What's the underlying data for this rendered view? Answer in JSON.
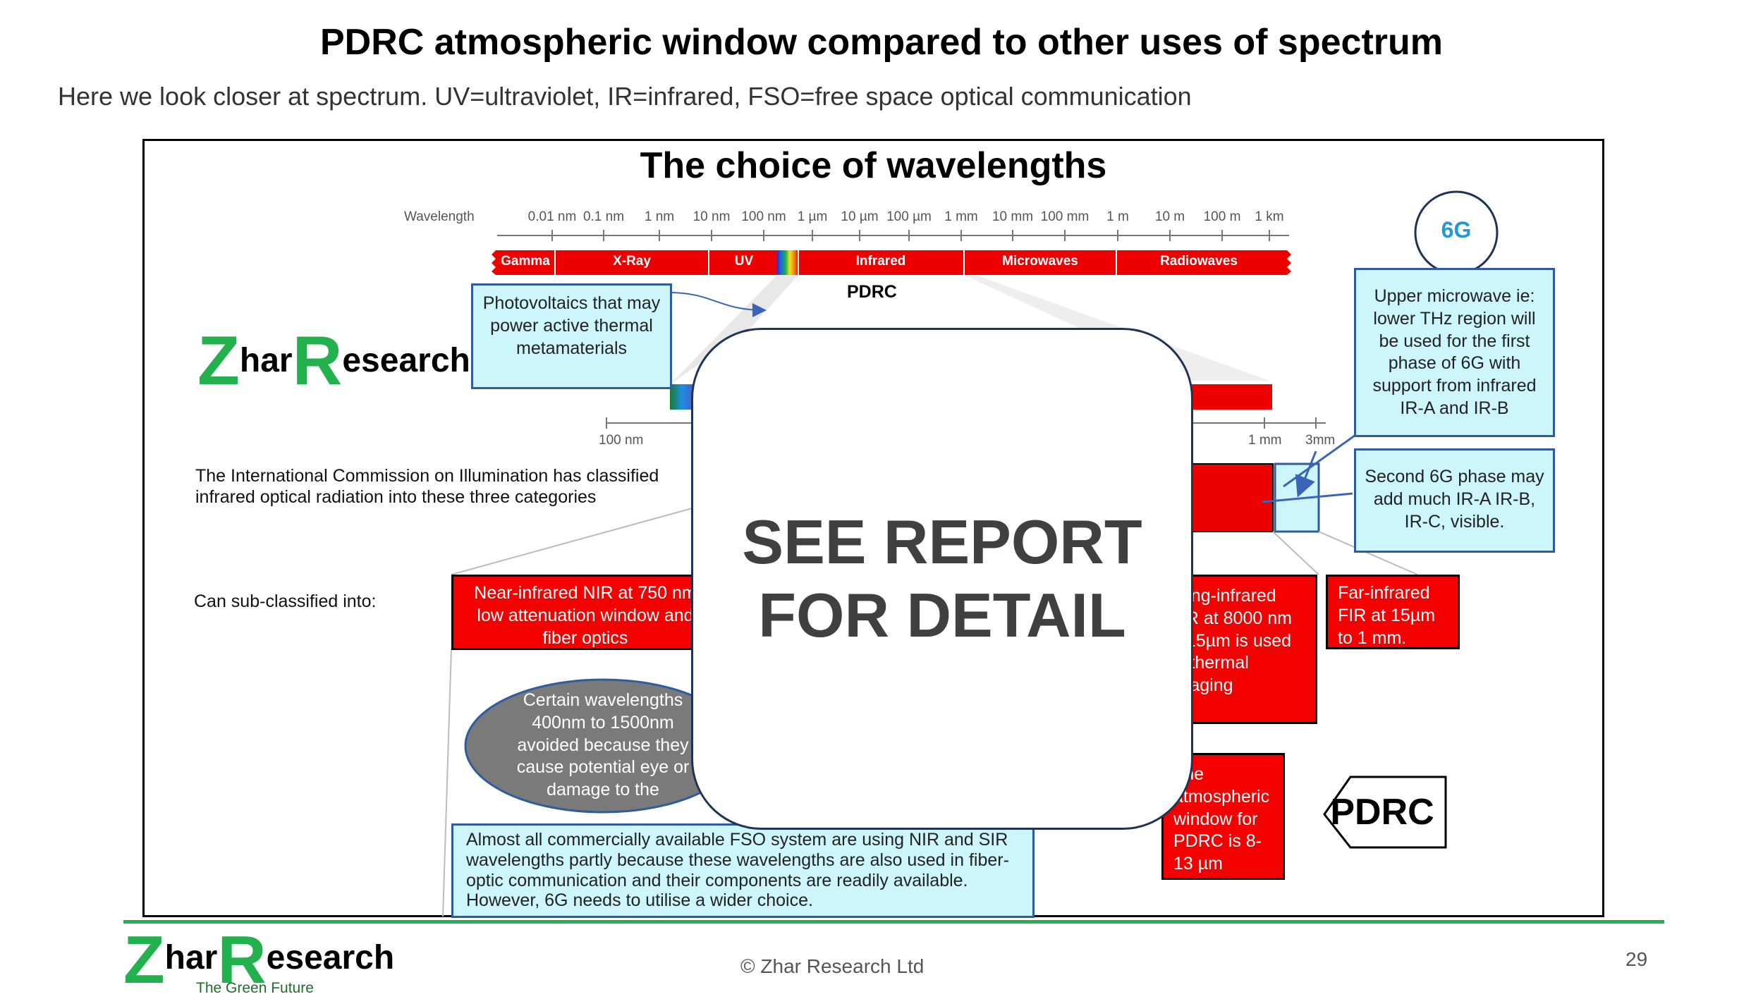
{
  "header": {
    "title": "PDRC atmospheric window compared to other uses of spectrum",
    "subtitle": "Here we look closer at spectrum. UV=ultraviolet, IR=infrared, FSO=free space optical communication"
  },
  "figure": {
    "title": "The choice of wavelengths",
    "wavelength_label": "Wavelength",
    "scale_ticks": [
      "0.01 nm",
      "0.1 nm",
      "1 nm",
      "10 nm",
      "100 nm",
      "1 µm",
      "10 µm",
      "100 µm",
      "1 mm",
      "10 mm",
      "100 mm",
      "1 m",
      "10 m",
      "100 m",
      "1 km"
    ],
    "bands": [
      "Gamma",
      "X-Ray",
      "UV",
      "Infrared",
      "Microwaves",
      "Radiowaves"
    ],
    "pdrc_label": "PDRC",
    "zoom_ticks": [
      "100 nm",
      "1 mm",
      "3mm"
    ],
    "pv_box": "Photovoltaics that may power active thermal metamaterials",
    "cie_text": "The International Commission on Illumination has classified infrared optical radiation into these three categories",
    "subclass_label": "Can sub-classified into:",
    "nir_box": "Near-infrared NIR at 750 nm low attenuation window and fiber optics",
    "lir_box": "Long-infrared LIR at 8000 nm to15µm is used in thermal imaging",
    "fir_box": "Far-infrared FIR at 15µm to 1 mm.",
    "ellipse_text": "Certain wavelengths 400nm to 1500nm avoided because they cause potential eye or damage to the",
    "fso_box": "Almost all commercially available FSO system are using NIR and SIR wavelengths partly because these wavelengths are also used in fiber-optic communication and their components are readily available. However, 6G needs to utilise a wider choice.",
    "atm_box": "The atmospheric window for PDRC is 8-13 µm",
    "pdrc_callout": "PDRC",
    "sixg_circle": "6G",
    "upper_mw_box": "Upper microwave ie: lower THz region will be used for the first phase of 6G with support from infrared IR-A and IR-B",
    "second_phase_box": "Second 6G phase may add much IR-A IR-B, IR-C, visible."
  },
  "overlay": {
    "line1": "SEE REPORT",
    "line2": "FOR DETAIL"
  },
  "logo": {
    "z": "Z",
    "har": "har",
    "r": "R",
    "esearch": "esearch",
    "tagline": "The Green Future"
  },
  "footer": {
    "copyright": "© Zhar Research Ltd",
    "page_number": "29"
  },
  "colors": {
    "logo_green": "#22b14c",
    "spectrum_red": "#ee0000",
    "callout_cyan": "#ccf6fb",
    "accent_blue": "#1e9ad6"
  }
}
